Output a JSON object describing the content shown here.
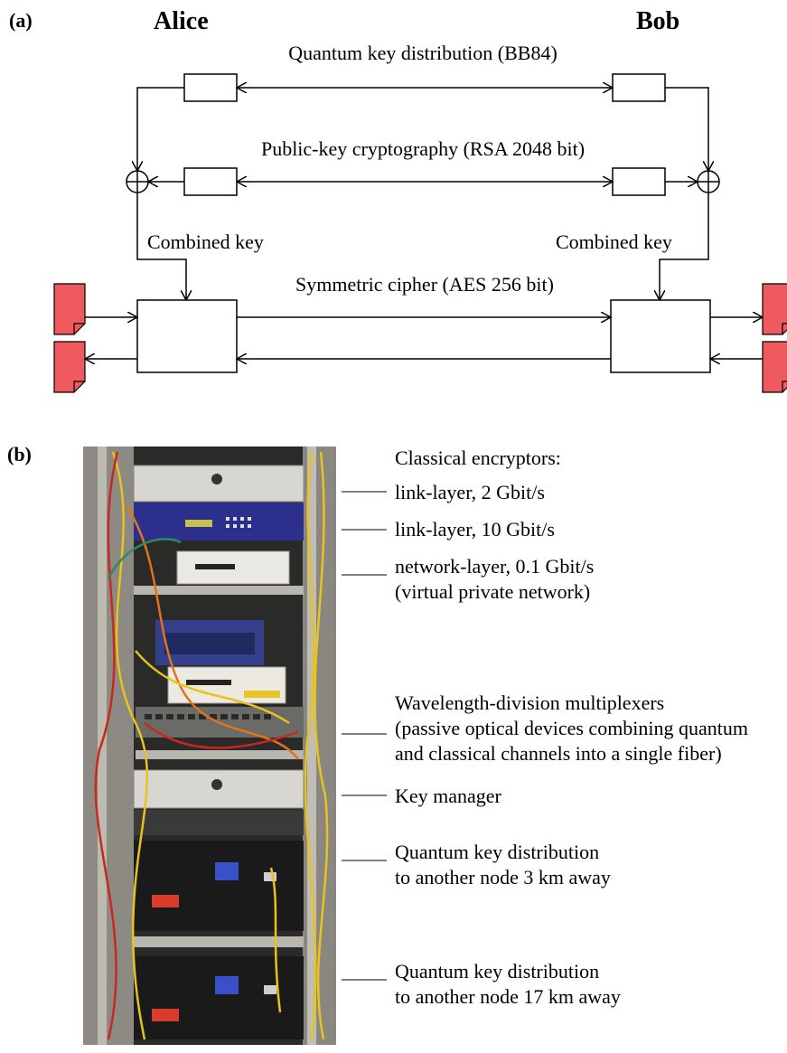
{
  "panel_a": {
    "label": "(a)",
    "alice": "Alice",
    "bob": "Bob",
    "qkd_label": "Quantum key distribution (BB84)",
    "pkc_label": "Public-key cryptography (RSA 2048 bit)",
    "combined_key_left": "Combined key",
    "combined_key_right": "Combined key",
    "cipher_label": "Symmetric cipher (AES 256 bit)"
  },
  "panel_b": {
    "label": "(b)",
    "annotations": [
      {
        "lines": [
          "Classical encryptors:"
        ]
      },
      {
        "lines": [
          "link-layer, 2 Gbit/s"
        ]
      },
      {
        "lines": [
          "link-layer, 10 Gbit/s"
        ]
      },
      {
        "lines": [
          "network-layer, 0.1 Gbit/s",
          "(virtual private network)"
        ]
      },
      {
        "lines": [
          "Wavelength-division multiplexers",
          "(passive optical devices combining quantum",
          "and classical channels into a single fiber)"
        ]
      },
      {
        "lines": [
          "Key manager"
        ]
      },
      {
        "lines": [
          "Quantum key distribution",
          "to another node 3 km away"
        ]
      },
      {
        "lines": [
          "Quantum key distribution",
          "to another node 17 km away"
        ]
      }
    ]
  },
  "colors": {
    "document": "#ef5a5f",
    "rack_frame": "#9a9a9a",
    "panel_blue": "#2d2f8c",
    "qkd_unit": "#1a1a1a",
    "cable_yellow": "#e8c21e",
    "cable_red": "#c8281e",
    "cable_orange": "#e0731e"
  }
}
